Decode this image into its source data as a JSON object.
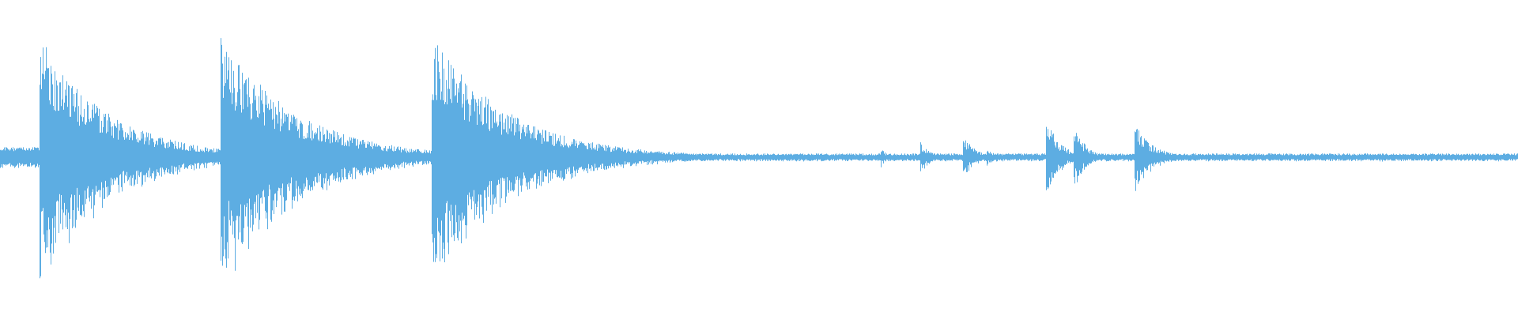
{
  "waveform": {
    "color": "#5dade2",
    "background": "#ffffff",
    "events": [
      {
        "name": "transient-1",
        "start": 0.026,
        "peak": 0.96,
        "decay": 0.045,
        "noise": 0.55
      },
      {
        "name": "transient-2",
        "start": 0.145,
        "peak": 1.0,
        "decay": 0.048,
        "noise": 0.55
      },
      {
        "name": "transient-3",
        "start": 0.284,
        "peak": 0.98,
        "decay": 0.05,
        "noise": 0.55
      },
      {
        "name": "blip-1",
        "start": 0.58,
        "peak": 0.08,
        "decay": 0.004,
        "noise": 0.6
      },
      {
        "name": "blip-2",
        "start": 0.606,
        "peak": 0.14,
        "decay": 0.006,
        "noise": 0.6
      },
      {
        "name": "blip-3",
        "start": 0.634,
        "peak": 0.19,
        "decay": 0.008,
        "noise": 0.6
      },
      {
        "name": "blip-4",
        "start": 0.65,
        "peak": 0.07,
        "decay": 0.006,
        "noise": 0.6
      },
      {
        "name": "blip-5",
        "start": 0.689,
        "peak": 0.32,
        "decay": 0.009,
        "noise": 0.6
      },
      {
        "name": "blip-6",
        "start": 0.707,
        "peak": 0.27,
        "decay": 0.008,
        "noise": 0.6
      },
      {
        "name": "blip-7",
        "start": 0.747,
        "peak": 0.28,
        "decay": 0.012,
        "noise": 0.6
      }
    ],
    "lead_in": {
      "end": 0.026,
      "level": 0.08
    },
    "tail_level": 0.03
  }
}
